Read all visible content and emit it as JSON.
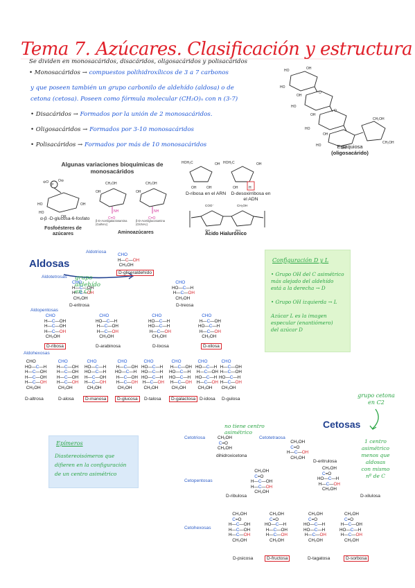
{
  "title": "Tema 7. Azúcares. Clasificación y estructura",
  "subtitle": "Se dividen en monosacáridos, disacáridos, oligosacáridos y polisacáridos",
  "bullets": [
    {
      "key": "• Monosacáridos →",
      "value": "compuestos polihidroxílicos de 3 a 7 carbonos"
    },
    {
      "key": "",
      "value": "y que poseen también un grupo carbonilo de aldehído (aldosa) o de"
    },
    {
      "key": "",
      "value": "cetona (cetosa). Poseen como fórmula molecular (CH₂O)ₙ con n (3-7)"
    },
    {
      "key": "• Disacáridos →",
      "value": "Formados por la unión de 2 monosacáridos."
    },
    {
      "key": "• Oligosacáridos →",
      "value": "Formados por 3-10 monosacáridos"
    },
    {
      "key": "• Polisacáridos →",
      "value": "Formados por más de 10 monosacáridos"
    }
  ],
  "stachyose": {
    "name": "Estaquiosa",
    "sub": "(oligosacárido)"
  },
  "variations": {
    "title": "Algunas variaciones bioquímicas de monosacáridos",
    "phosphate_caption": "α-β -D-glucosa-6-fosfato",
    "phosphate_label": "Fosfoésteres de azúcares",
    "amino_caption_1": "β-D-Acetilgalactosamina (GalNAc)",
    "amino_caption_2": "β-D-Acetilglucosamina (GlcNAc)",
    "amino_label": "Aminoazúcares",
    "ribose": "D-ribosa en el ARN",
    "deoxyribose": "D-desoxirribosa en el ADN",
    "hyaluronic": "Ácido Hialurónico"
  },
  "aldoses": {
    "heading": "Aldosas",
    "note": "grupo aldehído en C1",
    "aldotriosa": "Aldotriosa",
    "aldotetrosas": "Aldotetrosas",
    "aldopentosas": "Aldopentosas",
    "aldohexosas": "Aldohexosas",
    "gliceraldehido": "D-gliceraldehído",
    "tetroses": [
      "D-eritrosa",
      "D-treosa"
    ],
    "pentoses": [
      "D-ribosa",
      "D-arabinosa",
      "D-lixosa",
      "D-xilosa"
    ],
    "hexoses": [
      "D-altrosa",
      "D-alosa",
      "D-manosa",
      "D-glucosa",
      "D-talosa",
      "D-galactosa",
      "D-idosa",
      "D-gulosa"
    ]
  },
  "config": {
    "title": "Configuración D y L",
    "lines": [
      "• Grupo OH del C asimétrico",
      "más alejado del aldehído",
      "está a la derecha → D",
      "",
      "• Grupo OH izquierda → L",
      "",
      "Azúcar L es la imagen",
      "especular (enantiómero)",
      "del azúcar D"
    ]
  },
  "epimers": {
    "title": "Epímeros",
    "lines": [
      "Diastereoisómeros que",
      "difieren en la configuración",
      "de un centro asimétrico"
    ]
  },
  "ketoses": {
    "heading": "Cetosas",
    "top_note": "grupo cetona en C2",
    "side_note": [
      "1 centro",
      "asimétrico",
      "menos que",
      "aldosas",
      "con mismo",
      "nº de C"
    ],
    "no_center": "no tiene centro asimétrico",
    "cetotriosa": "Cetotriosa",
    "cetotetraosa": "Cetotetraosa",
    "cetopentosas": "Cetopentosas",
    "cetohexosas": "Cetohexosas",
    "dihidroxicetona": "dihidroxicetona",
    "eritrulosa": "D-eritrulosa",
    "pentoses": [
      "D-ribulosa",
      "D-xilulosa"
    ],
    "hexoses": [
      "D-psicosa",
      "D-fructosa",
      "D-tagatosa",
      "D-sorbosa"
    ]
  }
}
